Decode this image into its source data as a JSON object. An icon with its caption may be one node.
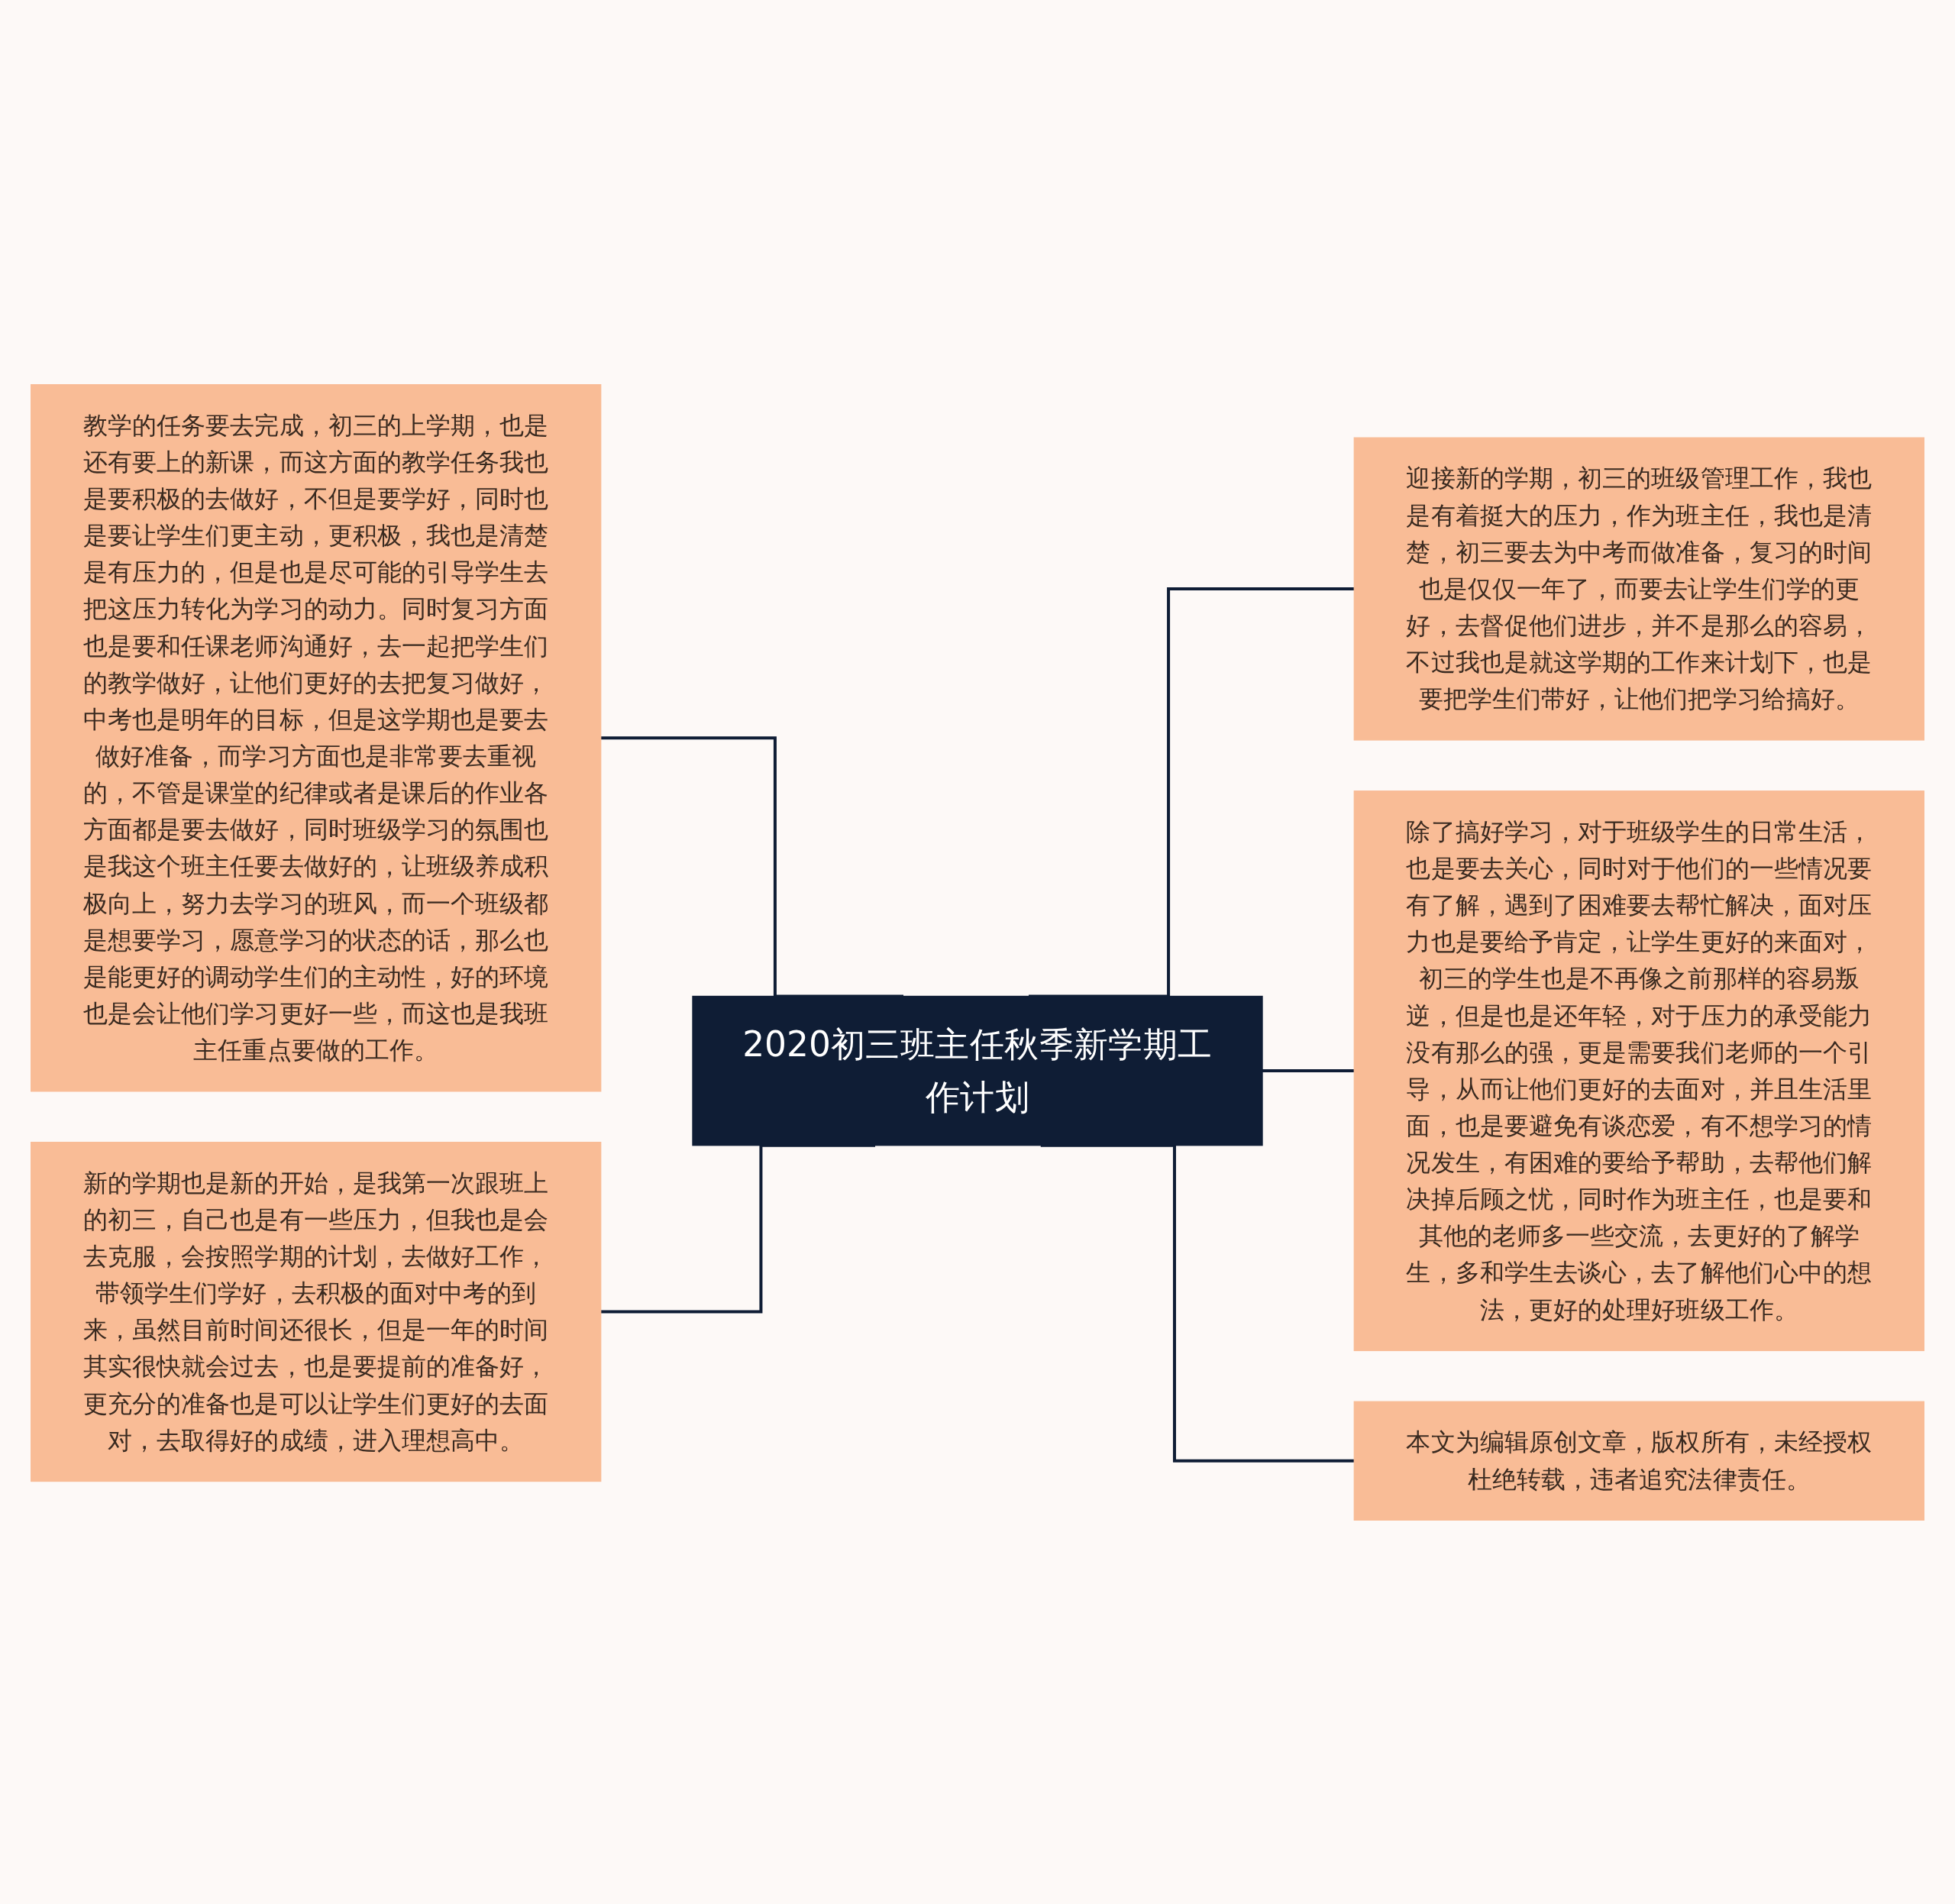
{
  "diagram": {
    "nodes": [
      {
        "text": [
          "2020初三班主任秋季新学期工作计划"
        ]
      },
      {
        "text": [
          "教学的任务要去完成，初三的上学期，也是还有要上的新课，而这方面的教学任务我也是要积极的去做好，不但是要学好，同时也是要让学生们更主动，更积极，我也是清楚是有压力的，但是也是尽可能的引导学生去把这压力转化为学习的动力。同时复习方面也是要和任课老师沟通好，去一起把学生们的教学做好，让他们更好的去把复习做好，中考也是明年的目标，但是这学期也是要去做好准备，而学习方面也是非常要去重视的，不管是课堂的纪律或者是课后的作业各方面都是要去做好，同时班级学习的氛围也是我这个班主任要去做好的，让班级养成积极向上，努力去学习的班风，而一个班级都是想要学习，愿意学习的状态的话，那么也是能更好的调动学生们的主动性，好的环境也是会让他们学习更好一些，而这也是我班主任重点要做的工作。"
        ]
      },
      {
        "text": [
          "新的学期也是新的开始，是我第一次跟班上的初三，自己也是有一些压力，但我也是会去克服，会按照学期的计划，去做好工作，带领学生们学好，去积极的面对中考的到来，虽然目前时间还很长，但是一年的时间其实很快就会过去，也是要提前的准备好，更充分的准备也是可以让学生们更好的去面对，去取得好的成绩，进入理想高中。"
        ]
      },
      {
        "text": [
          "迎接新的学期，初三的班级管理工作，我也是有着挺大的压力，作为班主任，我也是清楚，初三要去为中考而做准备，复习的时间也是仅仅一年了，而要去让学生们学的更好，去督促他们进步，并不是那么的容易，不过我也是就这学期的工作来计划下，也是要把学生们带好，让他们把学习给搞好。"
        ]
      },
      {
        "text": [
          "除了搞好学习，对于班级学生的日常生活，也是要去关心，同时对于他们的一些情况要有了解，遇到了困难要去帮忙解决，面对压力也是要给予肯定，让学生更好的来面对，初三的学生也是不再像之前那样的容易叛逆，但是也是还年轻，对于压力的承受能力没有那么的强，更是需要我们老师的一个引导，从而让他们更好的去面对，并且生活里面，也是要避免有谈恋爱，有不想学习的情况发生，有困难的要给予帮助，去帮他们解决掉后顾之忧，同时作为班主任，也是要和其他的老师多一些交流，去更好的了解学生，多和学生去谈心，去了解他们心中的想法，更好的处理好班级工作。"
        ]
      },
      {
        "text": [
          "本文为编辑原创文章，版权所有，未经授权杜绝转载，违者追究法律责任。"
        ]
      }
    ],
    "edges": [
      {
        "from": 0,
        "to": 1,
        "arrow": "none"
      },
      {
        "from": 0,
        "to": 2,
        "arrow": "none"
      },
      {
        "from": 0,
        "to": 3,
        "arrow": "none"
      },
      {
        "from": 0,
        "to": 4,
        "arrow": "none"
      },
      {
        "from": 0,
        "to": 5,
        "arrow": "none"
      }
    ]
  }
}
